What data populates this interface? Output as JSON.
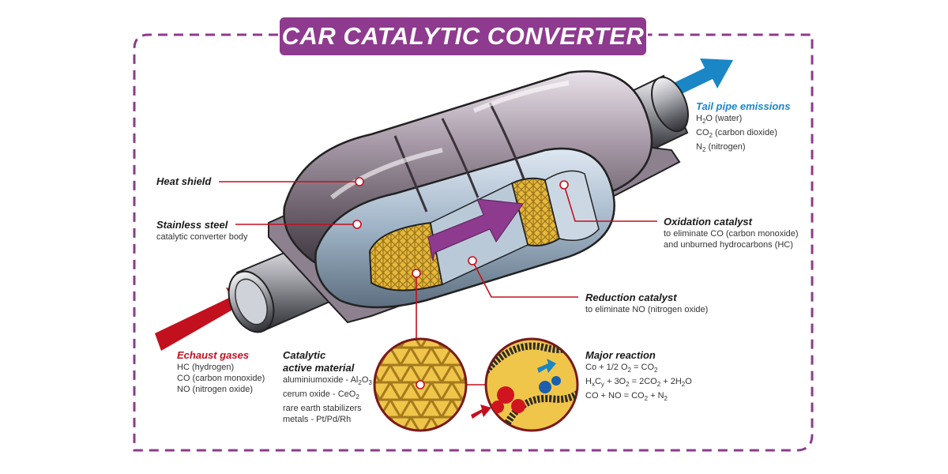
{
  "title": "CAR CATALYTIC CONVERTER",
  "colors": {
    "frame": "#8e3a8e",
    "title_bg": "#8e3a8e",
    "leader_lines": "#c3101e",
    "inlet_arrow": "#c3101e",
    "outlet_arrow": "#1a86c6",
    "flow_arrow": "#8e3a8e",
    "catalyst": "#e6b93a"
  },
  "labels": {
    "heat_shield": {
      "title": "Heat shield"
    },
    "stainless_steel": {
      "title": "Stainless steel",
      "desc": "catalytic converter body"
    },
    "tail_pipe": {
      "title": "Tail pipe emissions",
      "lines": [
        {
          "main": "H",
          "sub": "2",
          "rest": "O (water)"
        },
        {
          "main": "CO",
          "sub": "2",
          "rest": " (carbon dioxide)"
        },
        {
          "main": "N",
          "sub": "2",
          "rest": " (nitrogen)"
        }
      ]
    },
    "oxidation": {
      "title": "Oxidation catalyst",
      "line1": "to eliminate CO (carbon monoxide)",
      "line2": "and unburned hydrocarbons (HC)"
    },
    "reduction": {
      "title": "Reduction catalyst",
      "line1": "to eliminate NO (nitrogen oxide)"
    },
    "exhaust": {
      "title": "Echaust gases",
      "line1": "HC (hydrogen)",
      "line2": "CO (carbon monoxide)",
      "line3": "NO (nitrogen oxide)"
    },
    "catalytic": {
      "title1": "Catalytic",
      "title2": "active material",
      "line1a": "aluminiumoxide - Al",
      "line1b": "2",
      "line1c": "O",
      "line1d": "3",
      "line2a": "cerum oxide - CeO",
      "line2b": "2",
      "line3": "rare earth stabilizers",
      "line4": "metals - Pt/Pd/Rh"
    },
    "major": {
      "title": "Major reaction",
      "r1": [
        "Co + 1/2 O",
        "2",
        " = CO",
        "2"
      ],
      "r2": [
        "H",
        "x",
        "C",
        "y",
        " + 3O",
        "2",
        " = 2CO",
        "2",
        " + 2H",
        "2",
        "O"
      ],
      "r3": [
        "CO + NO = CO",
        "2",
        " + N",
        "2"
      ]
    }
  }
}
